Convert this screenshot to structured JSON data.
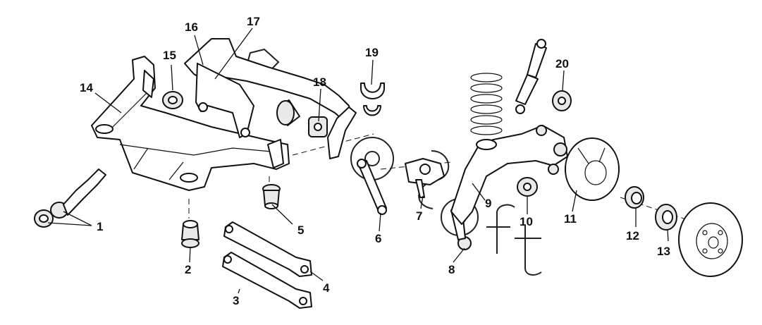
{
  "diagram": {
    "callouts": [
      {
        "id": "c1",
        "label": "1"
      },
      {
        "id": "c2",
        "label": "2"
      },
      {
        "id": "c3",
        "label": "3"
      },
      {
        "id": "c4",
        "label": "4"
      },
      {
        "id": "c5",
        "label": "5"
      },
      {
        "id": "c6",
        "label": "6"
      },
      {
        "id": "c7",
        "label": "7"
      },
      {
        "id": "c8",
        "label": "8"
      },
      {
        "id": "c9",
        "label": "9"
      },
      {
        "id": "c10",
        "label": "10"
      },
      {
        "id": "c11",
        "label": "11"
      },
      {
        "id": "c12",
        "label": "12"
      },
      {
        "id": "c13",
        "label": "13"
      },
      {
        "id": "c14",
        "label": "14"
      },
      {
        "id": "c15",
        "label": "15"
      },
      {
        "id": "c16",
        "label": "16"
      },
      {
        "id": "c17",
        "label": "17"
      },
      {
        "id": "c18",
        "label": "18"
      },
      {
        "id": "c19",
        "label": "19"
      },
      {
        "id": "c20",
        "label": "20"
      }
    ]
  }
}
